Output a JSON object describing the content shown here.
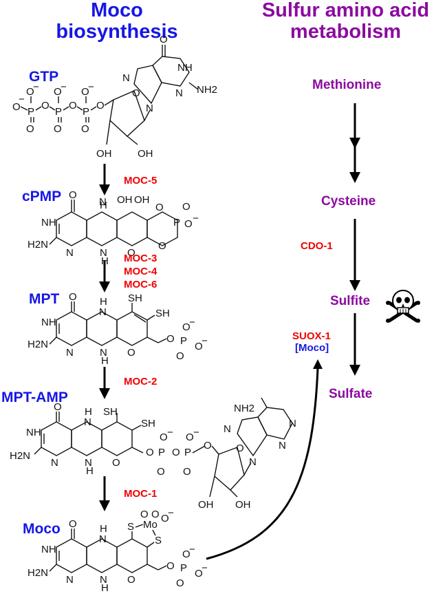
{
  "headers": {
    "moco": "Moco\nbiosynthesis",
    "sulfur": "Sulfur amino acid\nmetabolism"
  },
  "compounds": {
    "gtp": "GTP",
    "cpmp": "cPMP",
    "mpt": "MPT",
    "mpt_amp": "MPT-AMP",
    "moco": "Moco"
  },
  "enzymes": {
    "moc5": "MOC-5",
    "moc3": "MOC-3",
    "moc4": "MOC-4",
    "moc6": "MOC-6",
    "moc2": "MOC-2",
    "moc1": "MOC-1",
    "cdo1": "CDO-1",
    "suox1": "SUOX-1",
    "moco_cofactor": "[Moco]"
  },
  "metabolites": {
    "methionine": "Methionine",
    "cysteine": "Cysteine",
    "sulfite": "Sulfite",
    "sulfate": "Sulfate"
  },
  "icons": {
    "toxic": "skull-and-crossbones-icon"
  },
  "colors": {
    "moco_blue": "#1616e6",
    "sulfur_purple": "#8c0aa0",
    "enzyme_red": "#f00000"
  },
  "atoms": {
    "O": "O",
    "OH": "OH",
    "H": "H",
    "N": "N",
    "NH": "NH",
    "NH2": "NH2",
    "H2N": "H2N",
    "P": "P",
    "SH": "SH",
    "S": "S",
    "Mo": "Mo",
    "minus": "−"
  }
}
